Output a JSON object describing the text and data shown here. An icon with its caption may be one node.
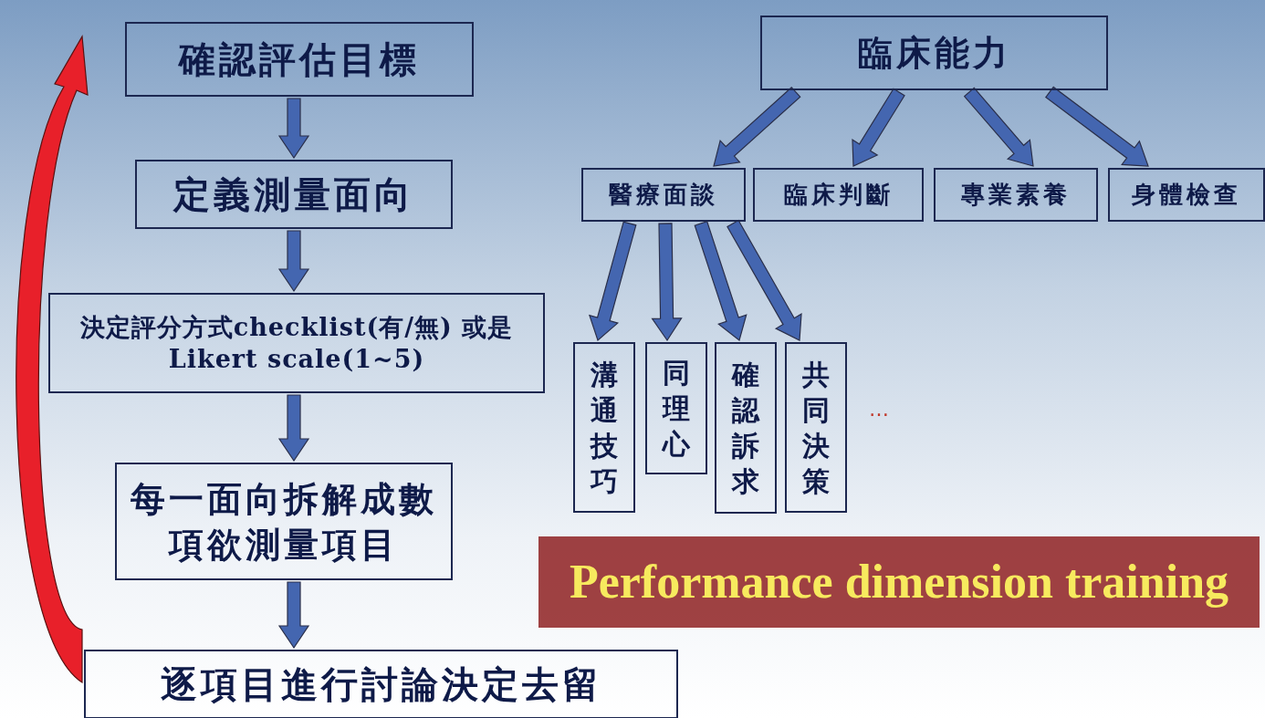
{
  "diagram": {
    "nodes": [
      {
        "text": [
          "確認評估目標"
        ]
      },
      {
        "text": [
          "定義測量面向"
        ]
      },
      {
        "text": [
          "決定評分方式checklist(有/無) 或是 Likert scale(1~5)"
        ]
      },
      {
        "text": [
          "每一面向拆解成數項欲測量項目"
        ]
      },
      {
        "text": [
          "逐項目進行討論決定去留"
        ]
      },
      {
        "text": [
          "臨床能力"
        ]
      },
      {
        "text": [
          "醫療面談"
        ]
      },
      {
        "text": [
          "臨床判斷"
        ]
      },
      {
        "text": [
          "專業素養"
        ]
      },
      {
        "text": [
          "身體檢查"
        ]
      },
      {
        "text": [
          "溝通技巧"
        ]
      },
      {
        "text": [
          "同理心"
        ]
      },
      {
        "text": [
          "確認訴求"
        ]
      },
      {
        "text": [
          "共同決策"
        ]
      },
      {
        "text": [
          "Performance dimension training"
        ]
      }
    ],
    "edges": [
      {
        "from": 0,
        "to": 1,
        "arrow": "to"
      },
      {
        "from": 1,
        "to": 2,
        "arrow": "to"
      },
      {
        "from": 2,
        "to": 3,
        "arrow": "to"
      },
      {
        "from": 3,
        "to": 4,
        "arrow": "to"
      },
      {
        "from": 4,
        "to": 0,
        "arrow": "to",
        "color": "#e8202a"
      },
      {
        "from": 5,
        "to": 6,
        "arrow": "to"
      },
      {
        "from": 5,
        "to": 7,
        "arrow": "to"
      },
      {
        "from": 5,
        "to": 8,
        "arrow": "to"
      },
      {
        "from": 5,
        "to": 9,
        "arrow": "to"
      },
      {
        "from": 6,
        "to": 10,
        "arrow": "to"
      },
      {
        "from": 6,
        "to": 11,
        "arrow": "to"
      },
      {
        "from": 6,
        "to": 12,
        "arrow": "to"
      },
      {
        "from": 6,
        "to": 13,
        "arrow": "to"
      }
    ],
    "labels": [
      "…"
    ]
  }
}
